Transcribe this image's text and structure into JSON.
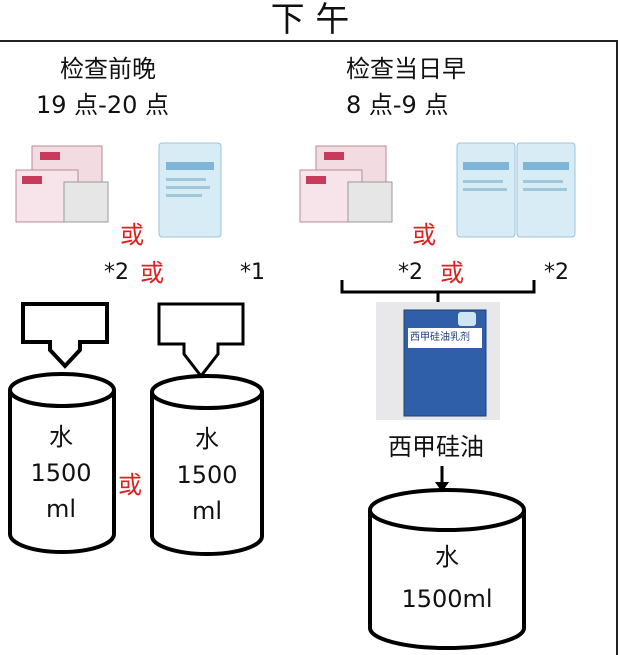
{
  "title": "下 午",
  "left": {
    "heading": "检查前晚",
    "time": "19 点-20 点",
    "or_between_products": "或",
    "mult_a": "*2",
    "or_mid": "或",
    "mult_b": "*1",
    "or_between_cylinders": "或",
    "cylinder_a": {
      "label": "水",
      "amount": "1500",
      "unit": "ml"
    },
    "cylinder_b": {
      "label": "水",
      "amount": "1500",
      "unit": "ml"
    }
  },
  "right": {
    "heading": "检查当日早",
    "time": "8 点-9 点",
    "or_between_products": "或",
    "mult_a": "*2",
    "or_mid": "或",
    "mult_b": "*2",
    "simethicone_box_text": "西甲硅油乳剂",
    "simethicone_label": "西甲硅油",
    "cylinder": {
      "label": "水",
      "amount": "1500ml"
    }
  },
  "colors": {
    "red": "#d22222",
    "blue_box": "#2f5fa8",
    "sachet": "#cfe6f2"
  }
}
